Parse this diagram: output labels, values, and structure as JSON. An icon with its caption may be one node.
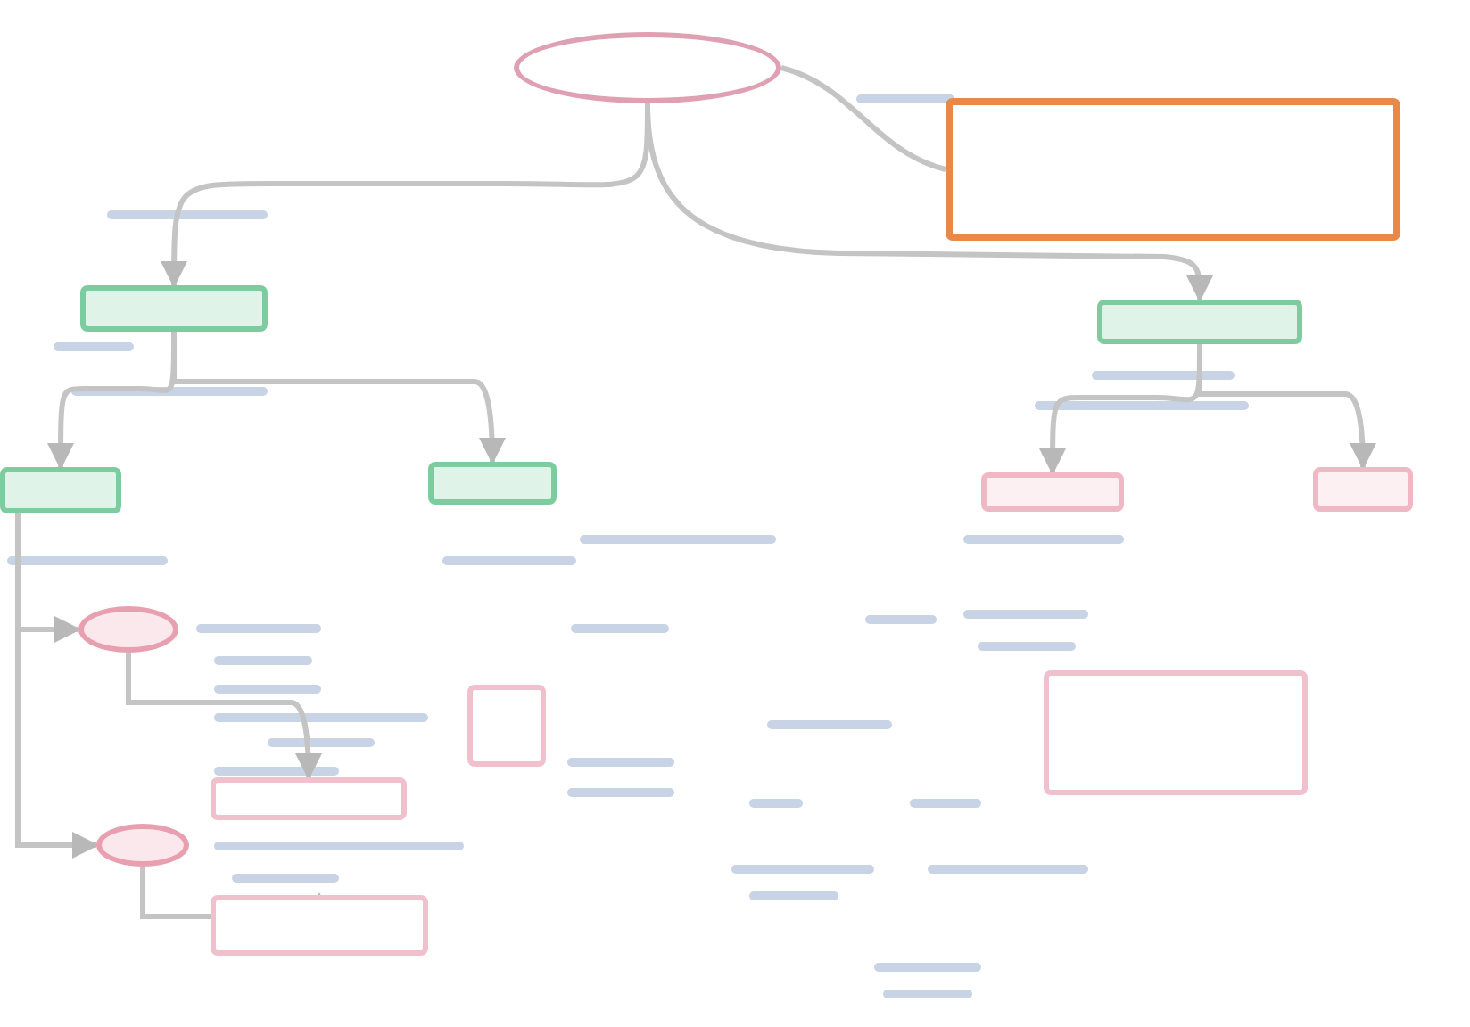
{
  "diagram": {
    "nodes": [
      {
        "text": [],
        "shape": "ellipse"
      },
      {
        "text": [],
        "shape": "box"
      },
      {
        "text": [],
        "shape": "box"
      },
      {
        "text": [],
        "shape": "box"
      },
      {
        "text": [],
        "shape": "box"
      },
      {
        "text": [],
        "shape": "box"
      },
      {
        "text": [],
        "shape": "box"
      },
      {
        "text": [],
        "shape": "box"
      },
      {
        "text": [],
        "shape": "ellipse"
      },
      {
        "text": [],
        "shape": "ellipse"
      },
      {
        "text": [],
        "shape": "box"
      },
      {
        "text": [],
        "shape": "box"
      },
      {
        "text": [],
        "shape": "box"
      },
      {
        "text": [],
        "shape": "box"
      }
    ],
    "edges": [
      {
        "from": 0,
        "to": 1,
        "arrow": "none"
      },
      {
        "from": 0,
        "to": 2,
        "arrow": "to"
      },
      {
        "from": 0,
        "to": 3,
        "arrow": "to"
      },
      {
        "from": 2,
        "to": 4,
        "arrow": "to"
      },
      {
        "from": 2,
        "to": 5,
        "arrow": "to"
      },
      {
        "from": 3,
        "to": 6,
        "arrow": "to"
      },
      {
        "from": 3,
        "to": 7,
        "arrow": "to"
      },
      {
        "from": 4,
        "to": 8,
        "arrow": "to"
      },
      {
        "from": 4,
        "to": 9,
        "arrow": "to"
      },
      {
        "from": 8,
        "to": 10,
        "arrow": "to"
      },
      {
        "from": 9,
        "to": 11,
        "arrow": "to"
      }
    ]
  }
}
